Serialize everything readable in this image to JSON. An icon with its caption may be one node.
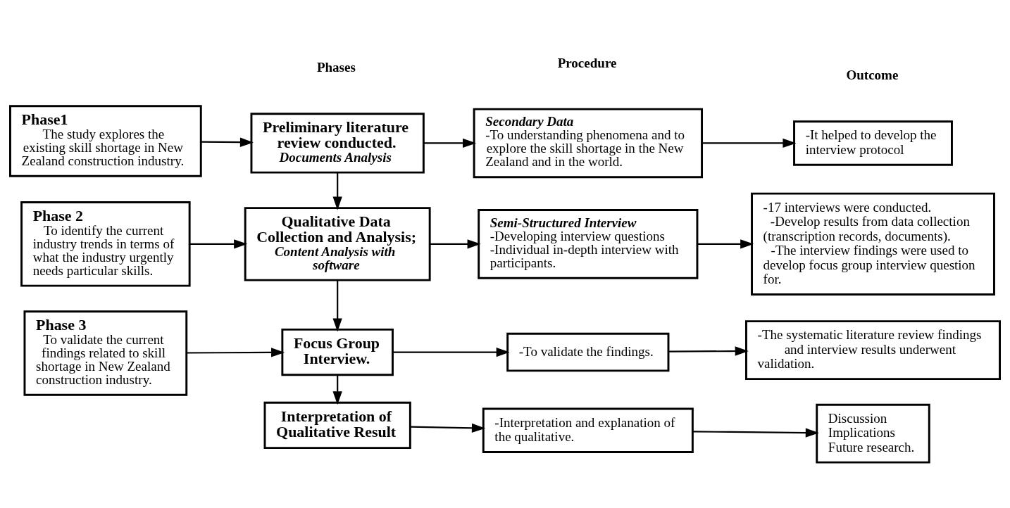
{
  "diagram": {
    "nodes": [
      {
        "text": [
          "Phase1",
          "The study explores the existing skill shortage in New Zealand construction industry."
        ]
      },
      {
        "text": [
          "Preliminary literature review conducted.",
          "Documents Analysis"
        ]
      },
      {
        "text": [
          "Secondary Data",
          "-To understanding phenomena and to explore the skill shortage in the New Zealand and in the world."
        ]
      },
      {
        "text": [
          "-It helped to develop the interview protocol"
        ]
      },
      {
        "text": [
          "Phase 2",
          "To identify the current industry trends in terms of what the industry urgently needs particular skills."
        ]
      },
      {
        "text": [
          "Qualitative Data Collection and Analysis;",
          "Content Analysis with software"
        ]
      },
      {
        "text": [
          "Semi-Structured Interview",
          "-Developing interview questions",
          "-Individual in-depth interview with participants."
        ]
      },
      {
        "text": [
          "-17 interviews were conducted.",
          "-Develop results from data collection (transcription records, documents).",
          "-The interview findings were used to develop focus group interview question for."
        ]
      },
      {
        "text": [
          "Phase 3",
          "To validate the current findings related to skill shortage in New Zealand construction industry."
        ]
      },
      {
        "text": [
          "Focus Group Interview."
        ]
      },
      {
        "text": [
          "-To validate the findings."
        ]
      },
      {
        "text": [
          "-The systematic literature review findings and interview results underwent validation."
        ]
      },
      {
        "text": [
          "Interpretation of Qualitative Result"
        ]
      },
      {
        "text": [
          "-Interpretation and explanation of the qualitative."
        ]
      },
      {
        "text": [
          "Discussion",
          "Implications",
          "Future research."
        ]
      }
    ],
    "edges": [
      {
        "from": 0,
        "to": 1,
        "arrow": "to"
      },
      {
        "from": 1,
        "to": 2,
        "arrow": "to"
      },
      {
        "from": 2,
        "to": 3,
        "arrow": "to"
      },
      {
        "from": 1,
        "to": 5,
        "arrow": "to"
      },
      {
        "from": 4,
        "to": 5,
        "arrow": "to"
      },
      {
        "from": 5,
        "to": 6,
        "arrow": "to"
      },
      {
        "from": 6,
        "to": 7,
        "arrow": "to"
      },
      {
        "from": 5,
        "to": 9,
        "arrow": "to"
      },
      {
        "from": 8,
        "to": 9,
        "arrow": "to"
      },
      {
        "from": 9,
        "to": 10,
        "arrow": "to"
      },
      {
        "from": 10,
        "to": 11,
        "arrow": "to"
      },
      {
        "from": 9,
        "to": 12,
        "arrow": "to"
      },
      {
        "from": 12,
        "to": 13,
        "arrow": "to"
      },
      {
        "from": 13,
        "to": 14,
        "arrow": "to"
      }
    ],
    "labels": [
      "Phases",
      "Procedure",
      "Outcome"
    ]
  }
}
